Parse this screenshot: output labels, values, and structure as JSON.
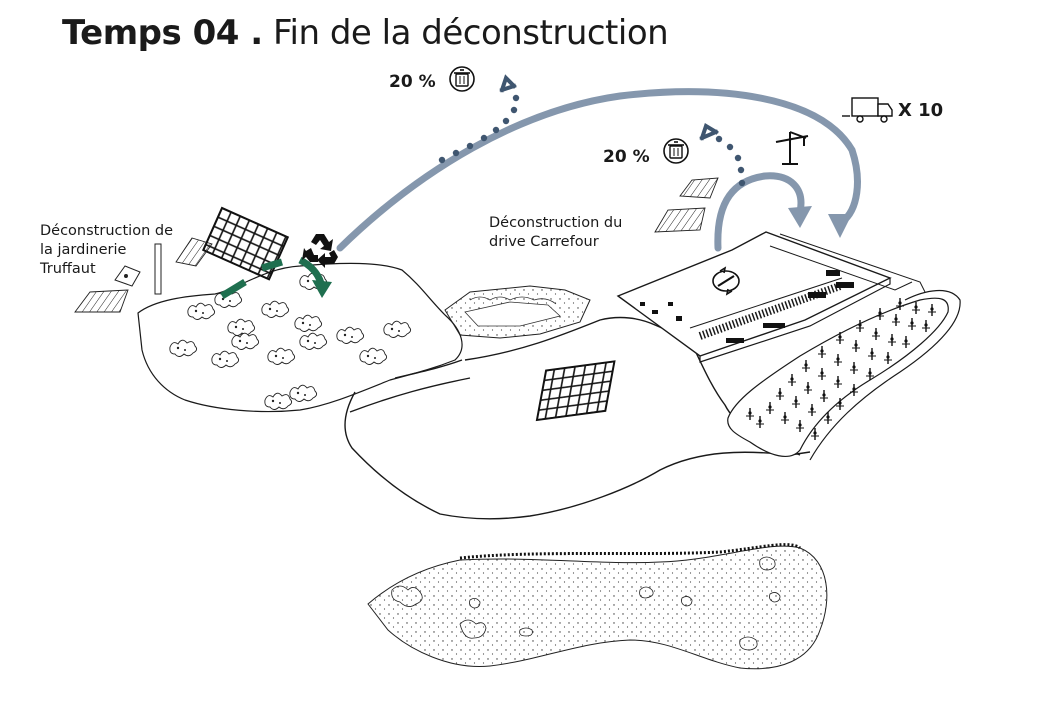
{
  "title": {
    "bold": "Temps 04 .",
    "light": "Fin de la déconstruction"
  },
  "labels": {
    "jardinerie": [
      "Déconstruction de",
      "la jardinerie",
      "Truffaut"
    ],
    "drive": [
      "Déconstruction du",
      "drive Carrefour"
    ]
  },
  "waste_top": {
    "percent": "20 %",
    "icon": "trash-can-icon"
  },
  "waste_mid": {
    "percent": "20 %",
    "icon": "trash-can-icon"
  },
  "truck": {
    "count": "X 10",
    "icon": "truck-icon"
  },
  "icons": [
    "recycle-icon",
    "crane-icon",
    "rotation-icon",
    "trash-can-icon",
    "truck-icon"
  ],
  "colors": {
    "transport_arrow": "#8597ad",
    "dots_arrow": "#3f5670",
    "reuse_arrow": "#1f6f4f",
    "ink": "#1a1a1a"
  }
}
